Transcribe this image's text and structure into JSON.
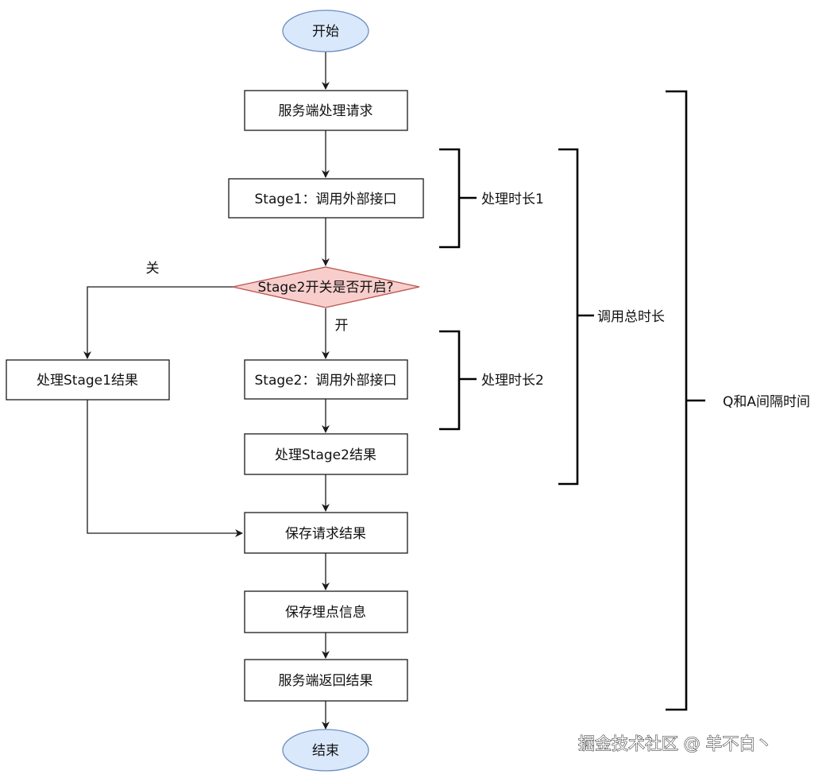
{
  "diagram": {
    "nodes": {
      "start": "开始",
      "server_process": "服务端处理请求",
      "stage1_call": "Stage1：调用外部接口",
      "stage2_switch": "Stage2开关是否开启?",
      "process_stage1_result": "处理Stage1结果",
      "stage2_call": "Stage2：调用外部接口",
      "process_stage2_result": "处理Stage2结果",
      "save_result": "保存请求结果",
      "save_tracking": "保存埋点信息",
      "server_return": "服务端返回结果",
      "end": "结束"
    },
    "edge_labels": {
      "off": "关",
      "on": "开"
    },
    "braces": {
      "duration1": "处理时长1",
      "duration2": "处理时长2",
      "total_call": "调用总时长",
      "qa_interval": "Q和A间隔时间"
    },
    "colors": {
      "terminal_fill": "#dae8fc",
      "terminal_stroke": "#6c8ebf",
      "decision_fill": "#f8cecc",
      "decision_stroke": "#b85450"
    }
  },
  "watermark": "掘金技术社区 @ 羊不白丶"
}
